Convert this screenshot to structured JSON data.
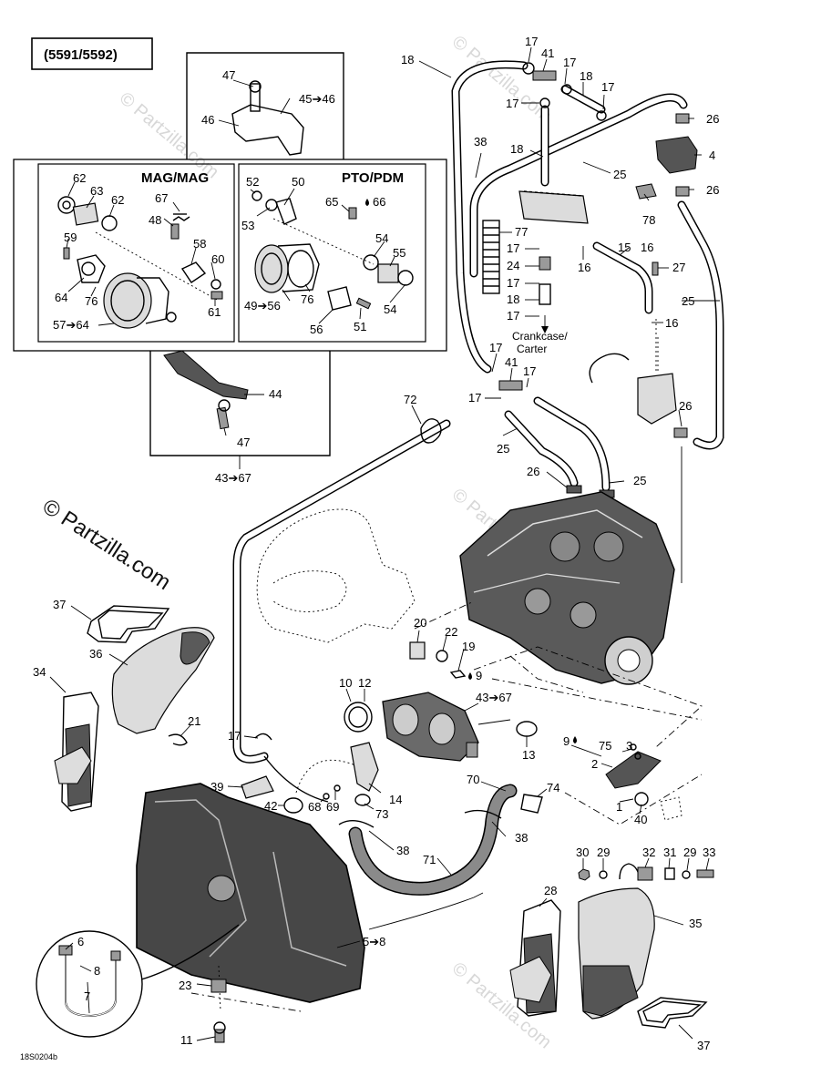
{
  "header": {
    "model": "(5591/5592)"
  },
  "panels": {
    "mag_title": "MAG/MAG",
    "pto_title": "PTO/PDM"
  },
  "watermark": "© Partzilla.com",
  "doc_code": "18S0204b",
  "crankcase_note": "Crankcase/\nCarter",
  "crankcase_line1": "Crankcase/",
  "crankcase_line2": "Carter",
  "labels": {
    "l_47a": "47",
    "l_45_46": "45➔46",
    "l_46": "46",
    "l_62a": "62",
    "l_63": "63",
    "l_62b": "62",
    "l_67": "67",
    "l_48": "48",
    "l_59": "59",
    "l_58": "58",
    "l_60": "60",
    "l_64": "64",
    "l_76a": "76",
    "l_61": "61",
    "l_57_64": "57➔64",
    "l_52": "52",
    "l_50": "50",
    "l_65": "65",
    "l_66": "66",
    "l_53": "53",
    "l_54a": "54",
    "l_55": "55",
    "l_54b": "54",
    "l_49_56": "49➔56",
    "l_76b": "76",
    "l_56": "56",
    "l_51": "51",
    "l_44": "44",
    "l_47b": "47",
    "l_43_67a": "43➔67",
    "l_18a": "18",
    "l_17a": "17",
    "l_41a": "41",
    "l_17b": "17",
    "l_18b": "18",
    "l_17c": "17",
    "l_17d": "17",
    "l_26a": "26",
    "l_4": "4",
    "l_26b": "26",
    "l_18c": "18",
    "l_38a": "38",
    "l_25a": "25",
    "l_78": "78",
    "l_77": "77",
    "l_17e": "17",
    "l_24": "24",
    "l_17f": "17",
    "l_18d": "18",
    "l_17g": "17",
    "l_15": "15",
    "l_16a": "16",
    "l_16b": "16",
    "l_27": "27",
    "l_25b": "25",
    "l_16c": "16",
    "l_17h": "17",
    "l_41b": "41",
    "l_17i": "17",
    "l_17j": "17",
    "l_72": "72",
    "l_25c": "25",
    "l_26c": "26",
    "l_26d": "26",
    "l_25d": "25",
    "l_37a": "37",
    "l_36": "36",
    "l_34": "34",
    "l_20": "20",
    "l_22": "22",
    "l_19": "19",
    "l_9a": "9",
    "l_10": "10",
    "l_12": "12",
    "l_43_67b": "43➔67",
    "l_21": "21",
    "l_17k": "17",
    "l_9b": "9",
    "l_75": "75",
    "l_3": "3",
    "l_2": "2",
    "l_13": "13",
    "l_14": "14",
    "l_39": "39",
    "l_42": "42",
    "l_68": "68",
    "l_69": "69",
    "l_73": "73",
    "l_70": "70",
    "l_74": "74",
    "l_1": "1",
    "l_40": "40",
    "l_38b": "38",
    "l_38c": "38",
    "l_71": "71",
    "l_30": "30",
    "l_29a": "29",
    "l_32": "32",
    "l_31": "31",
    "l_29b": "29",
    "l_33": "33",
    "l_6": "6",
    "l_8": "8",
    "l_7": "7",
    "l_5_8": "5➔8",
    "l_28": "28",
    "l_35": "35",
    "l_23": "23",
    "l_11": "11",
    "l_37b": "37"
  }
}
